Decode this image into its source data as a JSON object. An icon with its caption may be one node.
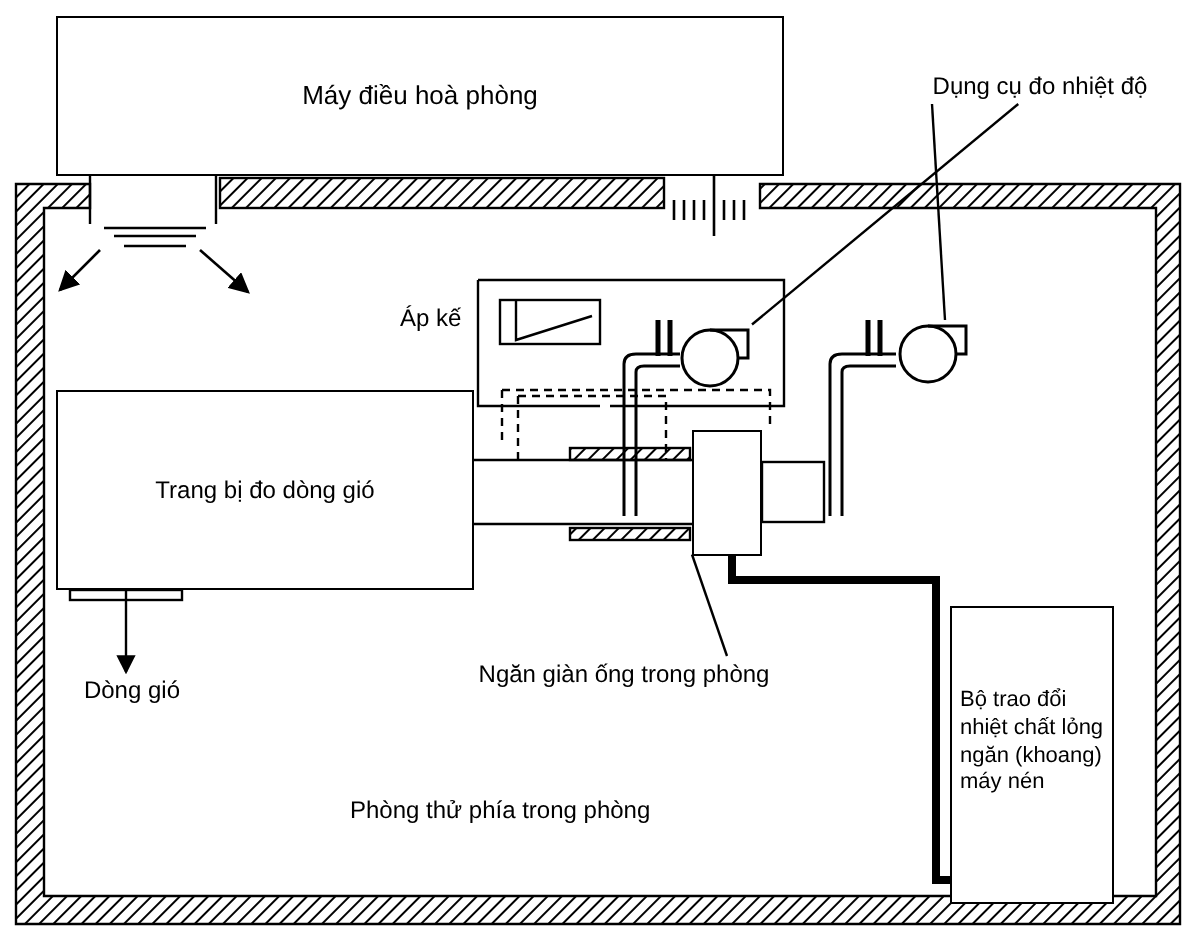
{
  "diagram": {
    "nodes": [
      {
        "text": [
          "Máy điều hoà phòng"
        ]
      },
      {
        "text": [
          "Dụng cụ đo nhiệt độ"
        ]
      },
      {
        "text": [],
        "shape": "fan"
      },
      {
        "text": [],
        "shape": "fan"
      },
      {
        "text": [
          "Trang bị đo dòng gió"
        ]
      },
      {
        "text": [
          "Dòng gió"
        ]
      },
      {
        "text": [
          "Ngăn giàn ống trong phòng"
        ]
      },
      {
        "text": [],
        "shape": "box"
      },
      {
        "text": [
          "Bộ trao đổi nhiệt chất lỏng ngăn (khoang) máy nén"
        ]
      }
    ],
    "edges": [
      {
        "from": 1,
        "to": 2,
        "arrow": "none"
      },
      {
        "from": 1,
        "to": 3,
        "arrow": "none"
      },
      {
        "from": 4,
        "to": 5,
        "arrow": "to"
      },
      {
        "from": 6,
        "to": 7,
        "arrow": "none"
      },
      {
        "from": 7,
        "to": 8,
        "arrow": "none",
        "style": "thick"
      }
    ],
    "labels": [
      "Áp kế",
      "Phòng thử phía trong phòng"
    ]
  }
}
